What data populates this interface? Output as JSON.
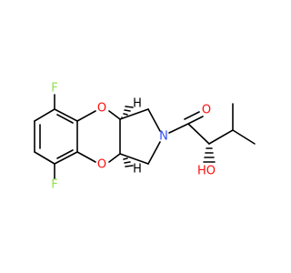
{
  "colors": {
    "bond": "#000000",
    "oxygen": "#ff0d0d",
    "nitrogen": "#3050f8",
    "fluorine": "#90e050",
    "carbon_hydrogen": "#000000",
    "background": "#ffffff"
  },
  "atoms": {
    "f_top": "F",
    "f_bottom": "F",
    "o_ring_top": "O",
    "o_ring_bottom": "O",
    "h_top": "H",
    "h_bottom": "H",
    "n_ring": "N",
    "o_carbonyl": "O",
    "ho_label": "HO"
  }
}
